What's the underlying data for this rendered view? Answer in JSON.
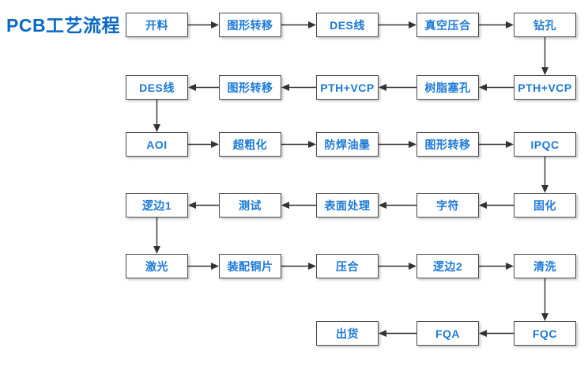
{
  "title": "PCB工艺流程",
  "colors": {
    "title": "#0a68c4",
    "node_text": "#1b79d8",
    "node_border": "#4c4c4c",
    "node_background": "#ffffff",
    "arrow": "#333333",
    "page_background": "#ffffff"
  },
  "diagram": {
    "type": "flowchart",
    "nodes": [
      {
        "id": "kailiao",
        "label": "开料",
        "row": 0,
        "col": 0
      },
      {
        "id": "tuxing-1",
        "label": "图形转移",
        "row": 0,
        "col": 1
      },
      {
        "id": "des-1",
        "label": "DES线",
        "row": 0,
        "col": 2
      },
      {
        "id": "zhenkong-yahe",
        "label": "真空压合",
        "row": 0,
        "col": 3
      },
      {
        "id": "zuankong",
        "label": "钻孔",
        "row": 0,
        "col": 4
      },
      {
        "id": "pth-vcp-1",
        "label": "PTH+VCP",
        "row": 1,
        "col": 4
      },
      {
        "id": "shuzhi-saikong",
        "label": "树脂塞孔",
        "row": 1,
        "col": 3
      },
      {
        "id": "pth-vcp-2",
        "label": "PTH+VCP",
        "row": 1,
        "col": 2
      },
      {
        "id": "tuxing-2",
        "label": "图形转移",
        "row": 1,
        "col": 1
      },
      {
        "id": "des-2",
        "label": "DES线",
        "row": 1,
        "col": 0
      },
      {
        "id": "aoi",
        "label": "AOI",
        "row": 2,
        "col": 0
      },
      {
        "id": "chaocuhua",
        "label": "超粗化",
        "row": 2,
        "col": 1
      },
      {
        "id": "fanghan-youmo",
        "label": "防焊油墨",
        "row": 2,
        "col": 2
      },
      {
        "id": "tuxing-3",
        "label": "图形转移",
        "row": 2,
        "col": 3
      },
      {
        "id": "ipqc",
        "label": "IPQC",
        "row": 2,
        "col": 4
      },
      {
        "id": "guhua",
        "label": "固化",
        "row": 3,
        "col": 4
      },
      {
        "id": "zifu",
        "label": "字符",
        "row": 3,
        "col": 3
      },
      {
        "id": "biaomian-chuli",
        "label": "表面处理",
        "row": 3,
        "col": 2
      },
      {
        "id": "ceshi",
        "label": "测试",
        "row": 3,
        "col": 1
      },
      {
        "id": "luobian-1",
        "label": "逻边1",
        "row": 3,
        "col": 0
      },
      {
        "id": "jiguang",
        "label": "激光",
        "row": 4,
        "col": 0
      },
      {
        "id": "zhuangpei-tongpian",
        "label": "装配铜片",
        "row": 4,
        "col": 1
      },
      {
        "id": "yahe",
        "label": "压合",
        "row": 4,
        "col": 2
      },
      {
        "id": "luobian-2",
        "label": "逻边2",
        "row": 4,
        "col": 3
      },
      {
        "id": "qingxi",
        "label": "清洗",
        "row": 4,
        "col": 4
      },
      {
        "id": "fqc",
        "label": "FQC",
        "row": 5,
        "col": 4
      },
      {
        "id": "fqa",
        "label": "FQA",
        "row": 5,
        "col": 3
      },
      {
        "id": "chuhuo",
        "label": "出货",
        "row": 5,
        "col": 2
      }
    ],
    "edges": [
      {
        "from": "kailiao",
        "to": "tuxing-1"
      },
      {
        "from": "tuxing-1",
        "to": "des-1"
      },
      {
        "from": "des-1",
        "to": "zhenkong-yahe"
      },
      {
        "from": "zhenkong-yahe",
        "to": "zuankong"
      },
      {
        "from": "zuankong",
        "to": "pth-vcp-1"
      },
      {
        "from": "pth-vcp-1",
        "to": "shuzhi-saikong"
      },
      {
        "from": "shuzhi-saikong",
        "to": "pth-vcp-2"
      },
      {
        "from": "pth-vcp-2",
        "to": "tuxing-2"
      },
      {
        "from": "tuxing-2",
        "to": "des-2"
      },
      {
        "from": "des-2",
        "to": "aoi"
      },
      {
        "from": "aoi",
        "to": "chaocuhua"
      },
      {
        "from": "chaocuhua",
        "to": "fanghan-youmo"
      },
      {
        "from": "fanghan-youmo",
        "to": "tuxing-3"
      },
      {
        "from": "tuxing-3",
        "to": "ipqc"
      },
      {
        "from": "ipqc",
        "to": "guhua"
      },
      {
        "from": "guhua",
        "to": "zifu"
      },
      {
        "from": "zifu",
        "to": "biaomian-chuli"
      },
      {
        "from": "biaomian-chuli",
        "to": "ceshi"
      },
      {
        "from": "ceshi",
        "to": "luobian-1"
      },
      {
        "from": "luobian-1",
        "to": "jiguang"
      },
      {
        "from": "jiguang",
        "to": "zhuangpei-tongpian"
      },
      {
        "from": "zhuangpei-tongpian",
        "to": "yahe"
      },
      {
        "from": "yahe",
        "to": "luobian-2"
      },
      {
        "from": "luobian-2",
        "to": "qingxi"
      },
      {
        "from": "qingxi",
        "to": "fqc"
      },
      {
        "from": "fqc",
        "to": "fqa"
      },
      {
        "from": "fqa",
        "to": "chuhuo"
      }
    ]
  }
}
